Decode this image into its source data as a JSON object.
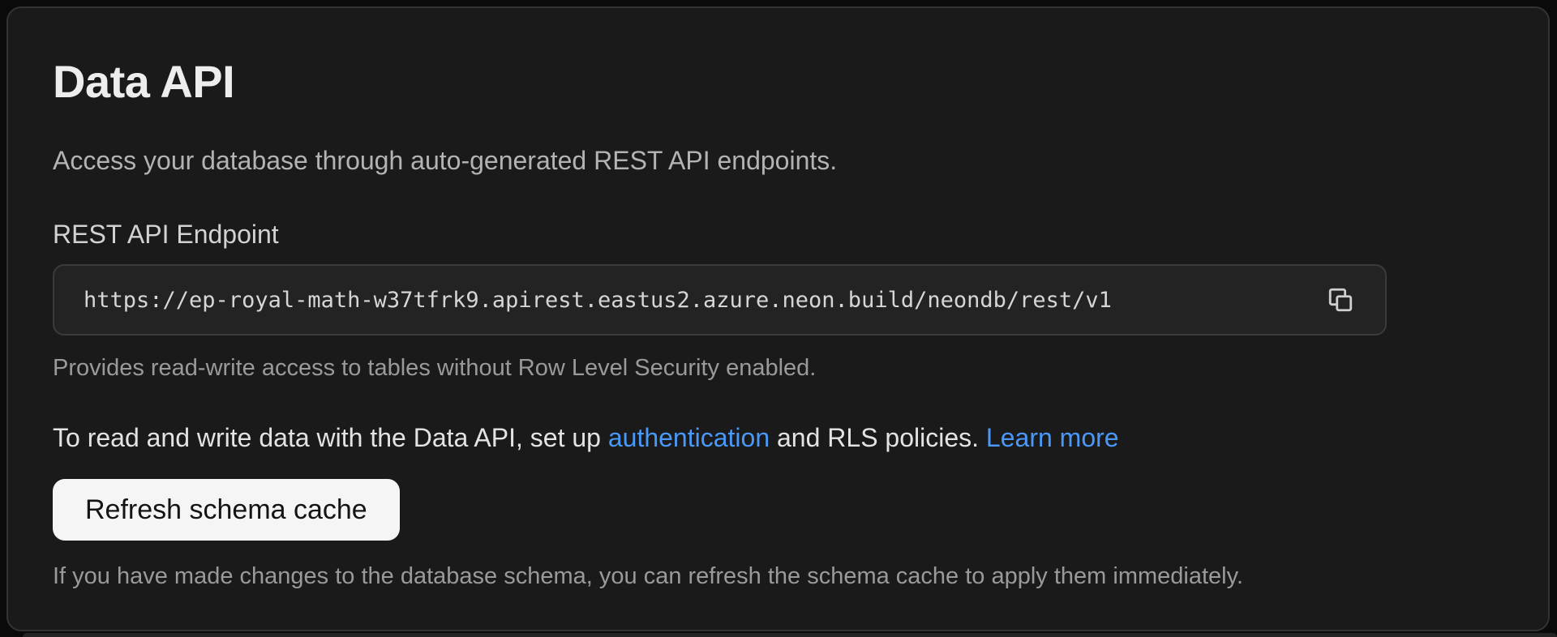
{
  "card": {
    "title": "Data API",
    "description": "Access your database through auto-generated REST API endpoints.",
    "endpoint": {
      "label": "REST API Endpoint",
      "url": "https://ep-royal-math-w37tfrk9.apirest.eastus2.azure.neon.build/neondb/rest/v1",
      "copy_icon": "copy-icon",
      "helper": "Provides read-write access to tables without Row Level Security enabled."
    },
    "rls_note": {
      "text_before_auth": "To read and write data with the Data API, set up ",
      "auth_link": "authentication",
      "text_between": " and RLS policies. ",
      "learn_more_link": "Learn more"
    },
    "refresh": {
      "button_label": "Refresh schema cache",
      "helper": "If you have made changes to the database schema, you can refresh the schema cache to apply them immediately."
    }
  },
  "colors": {
    "page_bg": "#0a0a0a",
    "card_bg": "#1a1a1a",
    "card_border": "#333333",
    "field_bg": "#232323",
    "field_border": "#3b3b3b",
    "link_blue": "#4a98f7",
    "button_bg": "#f5f5f5",
    "button_text": "#141414",
    "heading_text": "#ededed",
    "muted_text": "#9a9a9a"
  }
}
